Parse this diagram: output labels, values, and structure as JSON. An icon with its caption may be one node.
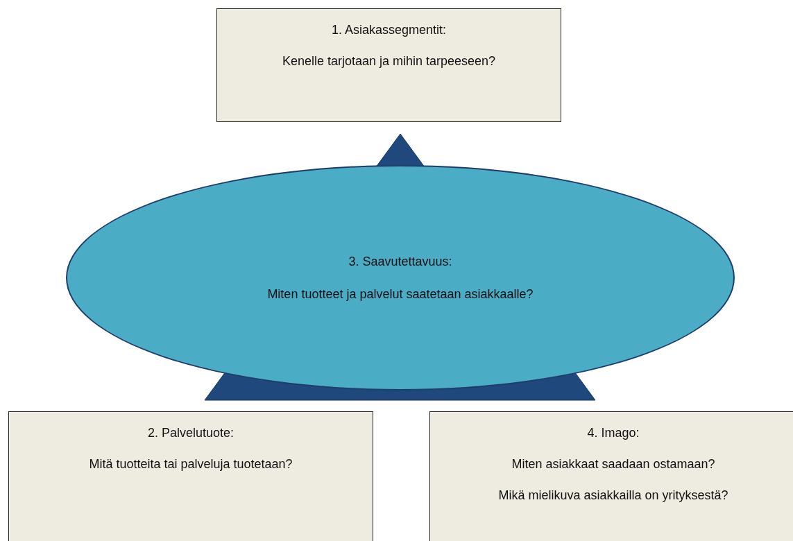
{
  "diagram": {
    "nodes": [
      {
        "text": [
          "1. Asiakassegmentit:",
          "Kenelle tarjotaan ja mihin tarpeeseen?"
        ]
      },
      {
        "text": [
          "3. Saavutettavuus:",
          "Miten tuotteet ja palvelut saatetaan asiakkaalle?"
        ]
      },
      {
        "text": [
          "2. Palvelutuote:",
          "Mitä tuotteita tai palveluja tuotetaan?"
        ]
      },
      {
        "text": [
          "4. Imago:",
          "Miten asiakkaat saadaan ostamaan?",
          "Mikä mielikuva asiakkailla on yrityksestä?"
        ]
      }
    ]
  }
}
